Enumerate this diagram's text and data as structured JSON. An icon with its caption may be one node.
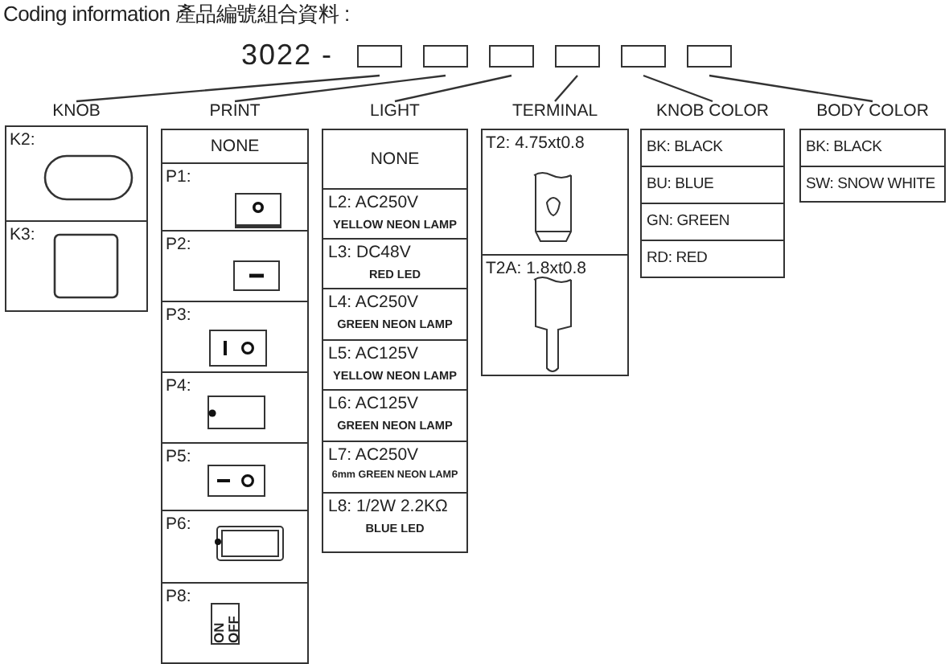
{
  "diagram": {
    "title": "Coding information 產品編號組合資料 :",
    "nodes": [
      {
        "text": [],
        "shape": "box"
      },
      {
        "text": [],
        "shape": "box"
      },
      {
        "text": [],
        "shape": "box"
      },
      {
        "text": [],
        "shape": "box"
      },
      {
        "text": [],
        "shape": "box"
      },
      {
        "text": [],
        "shape": "box"
      },
      {
        "text": [
          "KNOB"
        ]
      },
      {
        "text": [
          "K2:"
        ],
        "in": 6
      },
      {
        "text": [
          "K3:"
        ],
        "in": 6
      },
      {
        "text": [
          "PRINT"
        ]
      },
      {
        "text": [
          "NONE"
        ],
        "in": 9
      },
      {
        "text": [
          "P1:"
        ],
        "in": 9
      },
      {
        "text": [
          "P2:"
        ],
        "in": 9
      },
      {
        "text": [
          "P3:"
        ],
        "in": 9
      },
      {
        "text": [
          "P4:"
        ],
        "in": 9
      },
      {
        "text": [
          "P5:"
        ],
        "in": 9
      },
      {
        "text": [
          "P6:"
        ],
        "in": 9
      },
      {
        "text": [
          "P8:",
          "ON",
          "OFF"
        ],
        "in": 9
      },
      {
        "text": [
          "LIGHT"
        ]
      },
      {
        "text": [
          "NONE"
        ],
        "in": 18
      },
      {
        "text": [
          "L2:  AC250V",
          "YELLOW NEON LAMP"
        ],
        "in": 18
      },
      {
        "text": [
          "L3:  DC48V",
          "RED LED"
        ],
        "in": 18
      },
      {
        "text": [
          "L4:  AC250V",
          "GREEN NEON LAMP"
        ],
        "in": 18
      },
      {
        "text": [
          "L5:  AC125V",
          "YELLOW NEON LAMP"
        ],
        "in": 18
      },
      {
        "text": [
          "L6:  AC125V",
          "GREEN NEON LAMP"
        ],
        "in": 18
      },
      {
        "text": [
          "L7:  AC250V",
          "6mm GREEN NEON LAMP"
        ],
        "in": 18
      },
      {
        "text": [
          "L8:  1/2W  2.2KΩ",
          "BLUE LED"
        ],
        "in": 18
      },
      {
        "text": [
          "TERMINAL"
        ]
      },
      {
        "text": [
          "T2:  4.75xt0.8"
        ],
        "in": 27
      },
      {
        "text": [
          "T2A:  1.8xt0.8"
        ],
        "in": 27
      },
      {
        "text": [
          "KNOB  COLOR"
        ]
      },
      {
        "text": [
          "BK:  BLACK"
        ],
        "in": 30
      },
      {
        "text": [
          "BU:  BLUE"
        ],
        "in": 30
      },
      {
        "text": [
          "GN:  GREEN"
        ],
        "in": 30
      },
      {
        "text": [
          "RD:  RED"
        ],
        "in": 30
      },
      {
        "text": [
          "BODY  COLOR"
        ]
      },
      {
        "text": [
          "BK:  BLACK"
        ],
        "in": 35
      },
      {
        "text": [
          "SW:  SNOW WHITE"
        ],
        "in": 35
      }
    ],
    "edges": [
      {
        "from": 0,
        "to": 6,
        "arrow": "none"
      },
      {
        "from": 1,
        "to": 9,
        "arrow": "none"
      },
      {
        "from": 2,
        "to": 18,
        "arrow": "none"
      },
      {
        "from": 3,
        "to": 27,
        "arrow": "none"
      },
      {
        "from": 4,
        "to": 30,
        "arrow": "none"
      },
      {
        "from": 5,
        "to": 35,
        "arrow": "none"
      }
    ],
    "labels": [
      "3022  -"
    ]
  }
}
